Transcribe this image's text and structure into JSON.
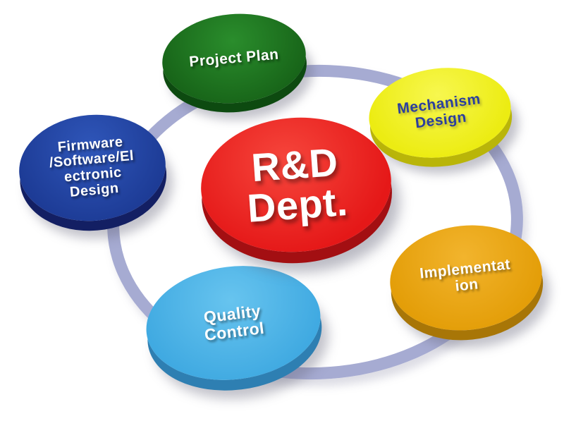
{
  "diagram": {
    "title": "R&D Dept. organization diagram",
    "ring_color": "#a6abd2",
    "background_color": "#ffffff",
    "center": {
      "id": "rd-dept",
      "lines": [
        "R&D",
        "Dept."
      ],
      "fill": "#e51818",
      "rim": "#a30f12",
      "text_color": "#ffffff"
    },
    "nodes": [
      {
        "id": "project-plan",
        "lines": [
          "Project Plan"
        ],
        "fill": "#1c7a1e",
        "rim": "#0d4a10",
        "text_color": "#ffffff"
      },
      {
        "id": "mechanism-design",
        "lines": [
          "Mechanism",
          "Design"
        ],
        "fill": "#ecec12",
        "rim": "#b9b509",
        "text_color": "#2b3f9e"
      },
      {
        "id": "implementation",
        "lines": [
          "Implementat",
          "ion"
        ],
        "fill": "#e8a31b",
        "rim": "#a87607",
        "text_color": "#ffffff"
      },
      {
        "id": "quality-control",
        "lines": [
          "Quality",
          "Control"
        ],
        "fill": "#4cb5e8",
        "rim": "#2e7fb2",
        "text_color": "#ffffff"
      },
      {
        "id": "firmware-software-electronic-design",
        "lines": [
          "Firmware",
          "/Software/El",
          "ectronic",
          "Design"
        ],
        "fill": "#2140a0",
        "rim": "#131f63",
        "text_color": "#ffffff"
      }
    ]
  }
}
